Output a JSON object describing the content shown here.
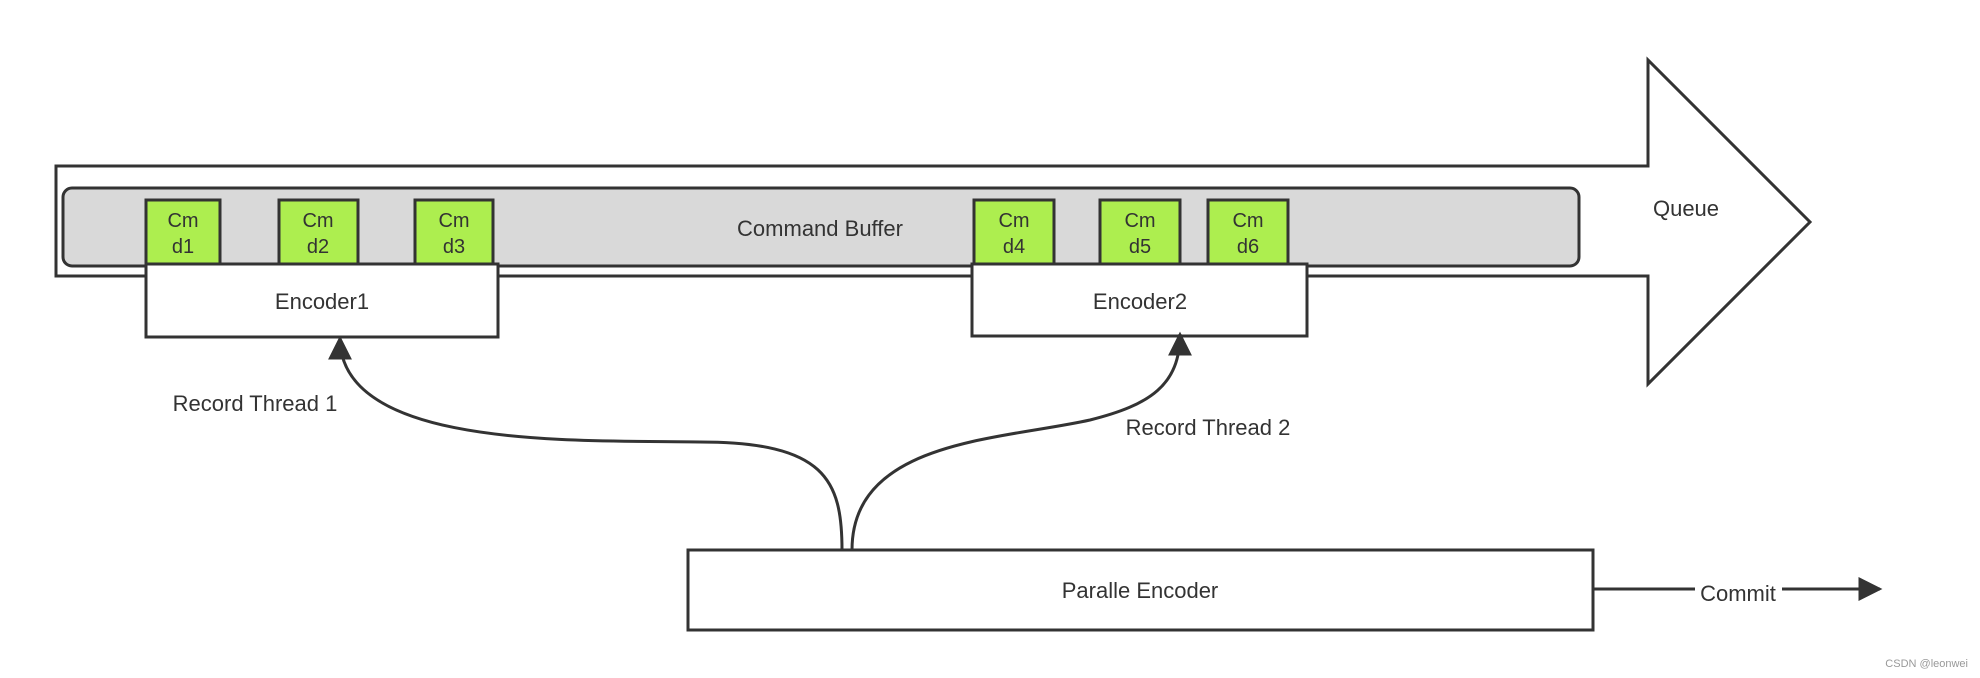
{
  "queue": {
    "label": "Queue"
  },
  "command_buffer": {
    "label": "Command Buffer"
  },
  "commands": [
    {
      "line1": "Cm",
      "line2": "d1"
    },
    {
      "line1": "Cm",
      "line2": "d2"
    },
    {
      "line1": "Cm",
      "line2": "d3"
    },
    {
      "line1": "Cm",
      "line2": "d4"
    },
    {
      "line1": "Cm",
      "line2": "d5"
    },
    {
      "line1": "Cm",
      "line2": "d6"
    }
  ],
  "encoders": [
    {
      "label": "Encoder1"
    },
    {
      "label": "Encoder2"
    }
  ],
  "threads": [
    {
      "label": "Record Thread 1"
    },
    {
      "label": "Record Thread 2"
    }
  ],
  "parallel_encoder": {
    "label": "Paralle Encoder"
  },
  "commit": {
    "label": "Commit"
  },
  "watermark": "CSDN @leonwei",
  "colors": {
    "command_fill": "#ADEE4F",
    "buffer_fill": "#D9D9D9",
    "stroke": "#333333"
  }
}
